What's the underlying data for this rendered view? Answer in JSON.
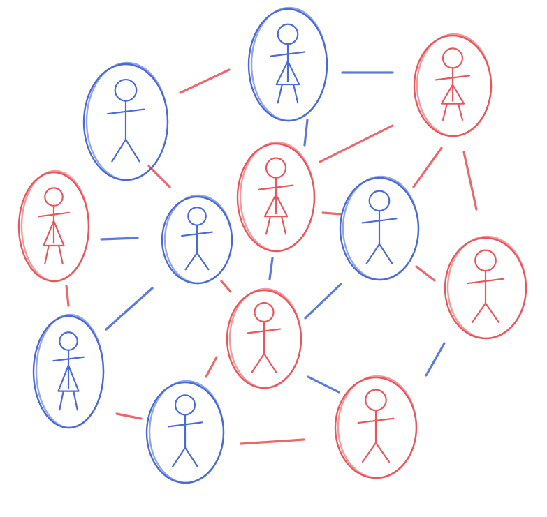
{
  "colors": {
    "blue": "#4a6bd6",
    "red": "#e8575c"
  },
  "nodes": [
    {
      "id": "n1",
      "color": "blue",
      "figure": "male"
    },
    {
      "id": "n2",
      "color": "blue",
      "figure": "female"
    },
    {
      "id": "n3",
      "color": "red",
      "figure": "female"
    },
    {
      "id": "n4",
      "color": "red",
      "figure": "female"
    },
    {
      "id": "n5",
      "color": "blue",
      "figure": "male"
    },
    {
      "id": "n6",
      "color": "red",
      "figure": "female"
    },
    {
      "id": "n7",
      "color": "blue",
      "figure": "male"
    },
    {
      "id": "n8",
      "color": "red",
      "figure": "male"
    },
    {
      "id": "n9",
      "color": "red",
      "figure": "male"
    },
    {
      "id": "n10",
      "color": "blue",
      "figure": "female"
    },
    {
      "id": "n11",
      "color": "blue",
      "figure": "male"
    },
    {
      "id": "n12",
      "color": "red",
      "figure": "male"
    }
  ],
  "edges": [
    {
      "from": "n1",
      "to": "n2",
      "color": "red"
    },
    {
      "from": "n2",
      "to": "n3",
      "color": "blue"
    },
    {
      "from": "n2",
      "to": "n6",
      "color": "blue"
    },
    {
      "from": "n3",
      "to": "n6",
      "color": "red"
    },
    {
      "from": "n3",
      "to": "n7",
      "color": "red"
    },
    {
      "from": "n3",
      "to": "n8",
      "color": "red"
    },
    {
      "from": "n1",
      "to": "n5",
      "color": "red"
    },
    {
      "from": "n4",
      "to": "n5",
      "color": "blue"
    },
    {
      "from": "n4",
      "to": "n10",
      "color": "red"
    },
    {
      "from": "n5",
      "to": "n10",
      "color": "blue"
    },
    {
      "from": "n5",
      "to": "n9",
      "color": "red"
    },
    {
      "from": "n6",
      "to": "n7",
      "color": "red"
    },
    {
      "from": "n6",
      "to": "n9",
      "color": "blue"
    },
    {
      "from": "n7",
      "to": "n9",
      "color": "blue"
    },
    {
      "from": "n7",
      "to": "n8",
      "color": "red"
    },
    {
      "from": "n8",
      "to": "n12",
      "color": "blue"
    },
    {
      "from": "n9",
      "to": "n11",
      "color": "red"
    },
    {
      "from": "n9",
      "to": "n12",
      "color": "blue"
    },
    {
      "from": "n10",
      "to": "n11",
      "color": "red"
    },
    {
      "from": "n11",
      "to": "n12",
      "color": "red"
    }
  ]
}
